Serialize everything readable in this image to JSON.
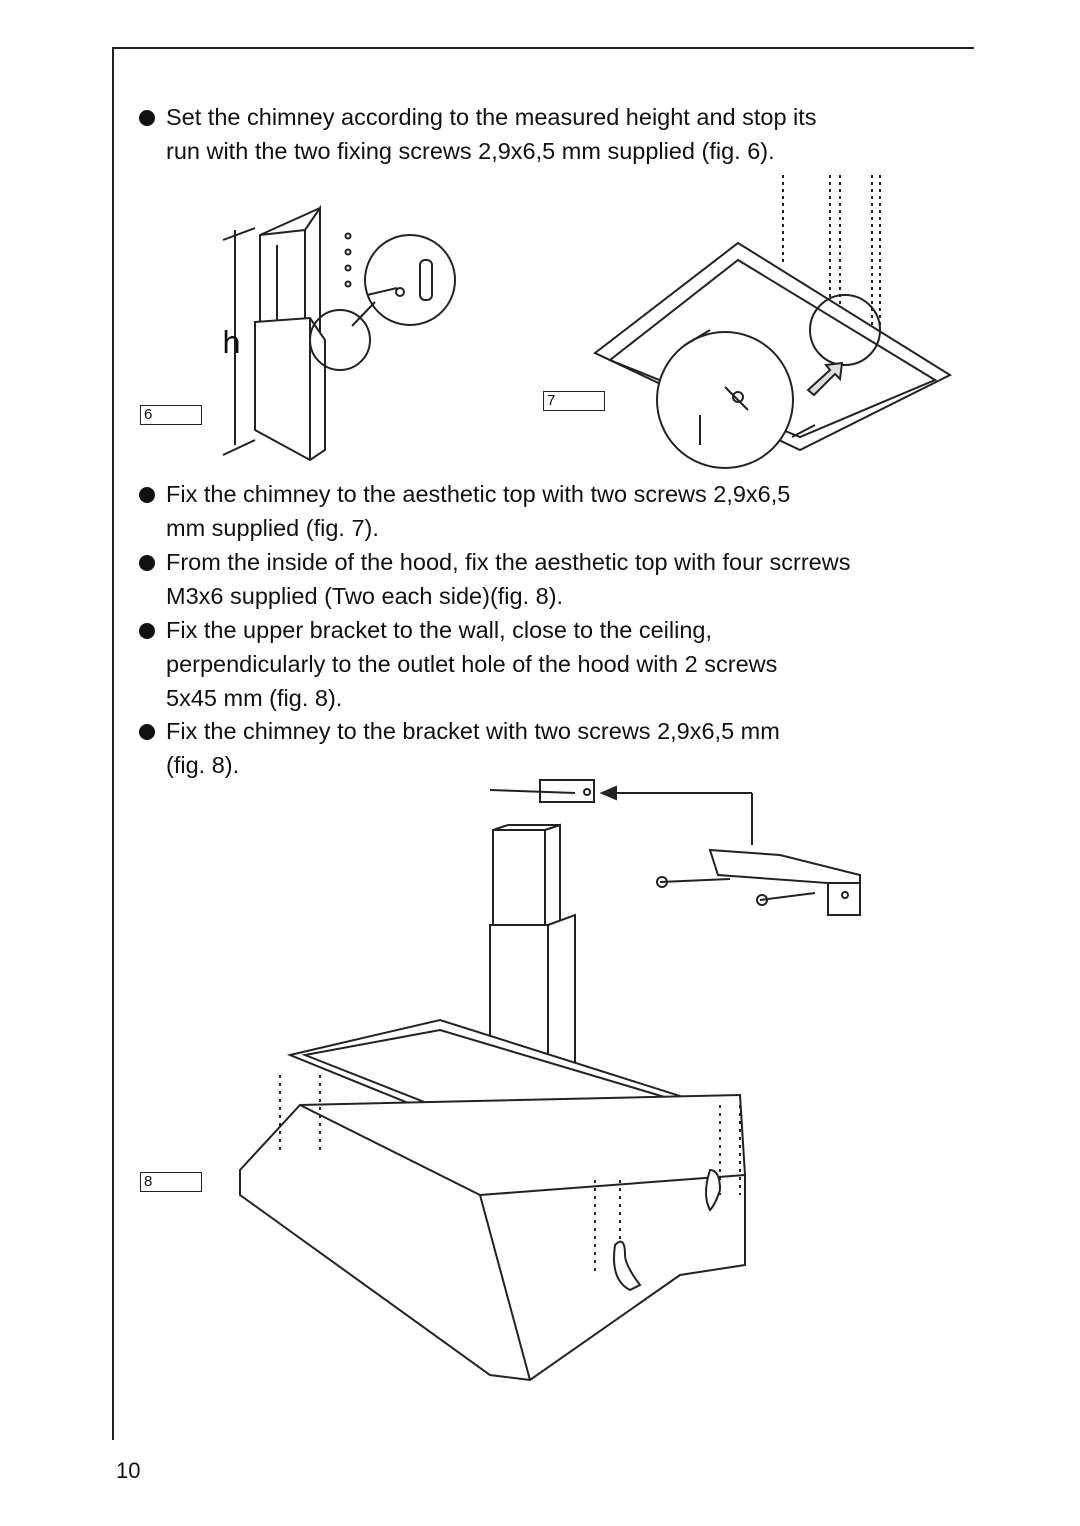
{
  "instructions": [
    "Set the chimney according to the measured height and stop its\nrun with the two fixing screws 2,9x6,5 mm supplied (fig. 6).",
    "Fix the chimney to the aesthetic top with two screws 2,9x6,5\nmm supplied (fig. 7).",
    "From the inside of the hood, fix the aesthetic top with four scrrews\nM3x6 supplied (Two each side)(fig. 8).",
    "Fix the upper bracket to the wall, close to the ceiling,\nperpendicularly to the outlet hole of the hood with 2 screws\n5x45 mm (fig. 8).",
    "Fix the chimney to the bracket with two screws 2,9x6,5 mm\n(fig. 8)."
  ],
  "figures": {
    "fig6_label": "6",
    "fig6_height_label": "h",
    "fig7_label": "7",
    "fig8_label": "8"
  },
  "page_number": "10"
}
